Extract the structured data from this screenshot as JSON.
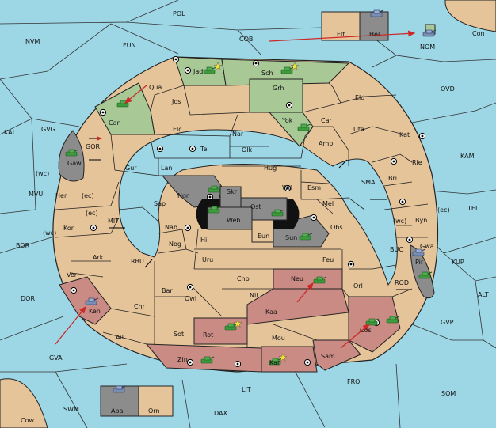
{
  "colors": {
    "sea": "#9dd7e6",
    "land": "#e6c49a",
    "green": "#a8c896",
    "pink": "#c98b84",
    "gray": "#8c8c8c",
    "dark": "#111111",
    "arrow": "#cc2a2a",
    "unit": "#3e9a3e",
    "unit_blue": "#7a8eb5"
  },
  "sea_labels": {
    "pol": "POL",
    "nvm": "NVM",
    "fun": "FUN",
    "cob": "COB",
    "con": "Con",
    "nom": "NOM",
    "ovd": "OVD",
    "kal": "KAL",
    "gvg": "GVG",
    "mvu": "MVU",
    "bor": "BOR",
    "dor": "DOR",
    "gva": "GVA",
    "swm": "SWM",
    "cow": "Cow",
    "dax": "DAX",
    "lit": "LIT",
    "fro": "FRO",
    "som": "SOM",
    "gvp": "GVP",
    "alt": "ALT",
    "kup": "KUP",
    "tei": "TEI",
    "kam": "KAM",
    "sma": "SMA",
    "gor": "GOR",
    "mit": "MIT",
    "rbu": "RBU",
    "buc": "BUC",
    "rod": "ROD",
    "ec1": "(ec)",
    "ec2": "(ec)",
    "ec3": "(ec)",
    "wc1": "(wc)",
    "wc2": "(wc)",
    "wc3": "(wc)"
  },
  "provinces": {
    "jad": "Jad",
    "sch": "Sch",
    "qua": "Qua",
    "can": "Can",
    "jos": "Jos",
    "grh": "Grh",
    "eld": "Eld",
    "yok": "Yok",
    "car": "Car",
    "uta": "Uta",
    "kat": "Kat",
    "elc": "Elc",
    "nar": "Nar",
    "tel": "Tel",
    "olk": "Olk",
    "amp": "Amp",
    "gaw": "Gaw",
    "gur": "Gur",
    "lan": "Lan",
    "hug": "Hug",
    "rie": "Rie",
    "bri": "Bri",
    "her": "Her",
    "nor": "Nor",
    "wil": "Wil",
    "esm": "Esm",
    "skr": "Skr",
    "ost": "Ost",
    "sap": "Sap",
    "web": "Web",
    "mel": "Mel",
    "kor": "Kor",
    "nab": "Nab",
    "obs": "Obs",
    "byn": "Byn",
    "eun": "Eun",
    "sun": "Sun",
    "hil": "Hil",
    "ark": "Ark",
    "nog": "Nog",
    "gwa": "Gwa",
    "uru": "Uru",
    "feu": "Feu",
    "pir": "Pir",
    "ver": "Ver",
    "chp": "Chp",
    "neu": "Neu",
    "bar": "Bar",
    "qwi": "Qwi",
    "nil": "Nil",
    "orl": "Orl",
    "ken": "Ken",
    "chr": "Chr",
    "kaa": "Kaa",
    "ail": "Ail",
    "sot": "Sot",
    "rot": "Rot",
    "mou": "Mou",
    "cos": "Cos",
    "zin": "Zin",
    "kar": "Kar",
    "sam": "Sam",
    "elf": "Elf",
    "hel": "Hel",
    "aba": "Aba",
    "orn": "Orn"
  }
}
